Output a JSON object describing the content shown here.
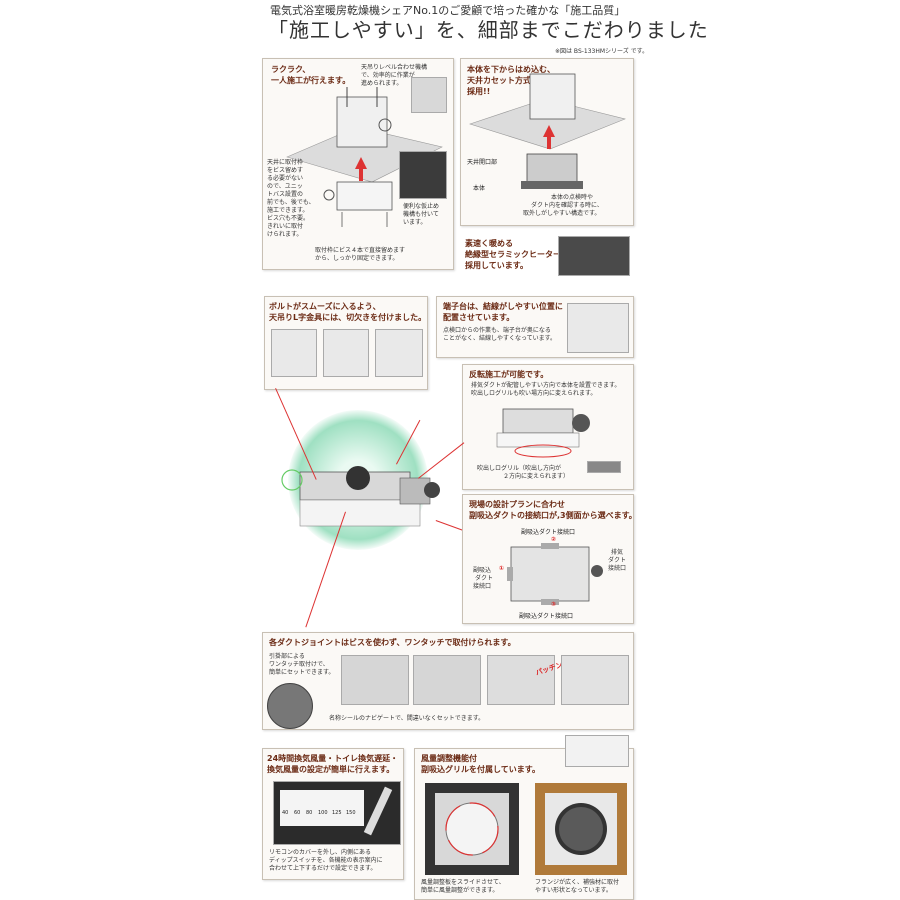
{
  "header": {
    "subtitle": "電気式浴室暖房乾燥機シェアNo.1のご愛顧で培った確かな「施工品質」",
    "title": "「施工しやすい」を、細部までこだわりました",
    "note": "※図は BS-133HMシリーズ です。"
  },
  "panel1": {
    "title_lines": [
      "ラクラク、",
      "一人施工が行えます。"
    ],
    "top_note": [
      "天吊りレベル合わせ機構",
      "で、効率的に作業が",
      "進められます。"
    ],
    "left_note": [
      "天井に取付枠",
      "をビス留めす",
      "る必要がない",
      "ので、ユニッ",
      "トバス設置の",
      "前でも、後でも、",
      "施工できます。",
      "ビス穴も不要。",
      "きれいに取付",
      "けられます。"
    ],
    "right_note": [
      "便利な仮止め",
      "機構も付いて",
      "います。"
    ],
    "bottom_note": [
      "取付枠にビス４本で直接留めます",
      "から、しっかり固定できます。"
    ]
  },
  "panel2": {
    "title_lines": [
      "本体を下からはめ込む、",
      "天井カセット方式を",
      "採用!!"
    ],
    "label_ceiling": "天井開口部",
    "label_body": "本体",
    "note": [
      "本体の点検時や",
      "ダクト内を確認する時に、",
      "取外しがしやすい構造です。"
    ]
  },
  "heater": {
    "title_lines": [
      "素速く暖める",
      "絶縁型セラミックヒーターを",
      "採用しています。"
    ]
  },
  "bolt": {
    "title_lines": [
      "ボルトがスムーズに入るよう、",
      "天吊りL字金具には、切欠きを付けました。"
    ]
  },
  "terminal": {
    "title_lines": [
      "端子台は、結線がしやすい位置に",
      "配置させています。"
    ],
    "note": [
      "点検口からの作業も、端子台が奥になる",
      "ことがなく、結線しやすくなっています。"
    ]
  },
  "reverse": {
    "title": "反転施工が可能です。",
    "note": [
      "排気ダクトが配管しやすい方向で本体を設置できます。",
      "吹出しログリルも吹い場方向に変えられます。"
    ],
    "grille_note": [
      "吹出しログリル（吹出し方向が",
      "２方向に変えられます）"
    ]
  },
  "duct": {
    "title_lines": [
      "現場の設計プランに合わせ",
      "副吸込ダクトの接続口が,3側面から選べます。"
    ],
    "label_top": "副吸込ダクト接続口",
    "label_right": [
      "排気",
      "ダクト",
      "接続口"
    ],
    "label_left": [
      "副吸込",
      "ダクト",
      "接続口"
    ],
    "label_bottom": "副吸込ダクト接続口",
    "num1": "①",
    "num2": "②",
    "num3": "③"
  },
  "joint": {
    "title": "各ダクトジョイントはビスを使わず、ワンタッチで取付けられます。",
    "note": [
      "引掛部による",
      "ワンタッチ取付けで、",
      "簡単にセットできます。"
    ],
    "patch": "パッチン!!",
    "bottom_note": "名称シールのナビゲートで、間違いなくセットできます。"
  },
  "switch": {
    "title_lines": [
      "24時間換気風量・トイレ換気遅延・",
      "換気風量の設定が簡単に行えます。"
    ],
    "note": [
      "リモコンのカバーを外し、内側にある",
      "ディップスイッチを、各機能の表示案内に",
      "合わせて上下するだけで設定できます。"
    ],
    "scale": [
      "40",
      "60",
      "80",
      "100",
      "125",
      "150"
    ]
  },
  "grill": {
    "title_lines": [
      "風量調整機能付",
      "副吸込グリルを付属しています。"
    ],
    "note_left": [
      "風量調整板をスライドさせて、",
      "簡単に風量調整ができます。"
    ],
    "note_right": [
      "フランジが広く、補強材に取付",
      "やすい形状となっています。"
    ]
  },
  "colors": {
    "title": "#6b2a14",
    "accent": "#d33333",
    "panel_border": "#c8c0b4",
    "glow": "#5fc79a"
  }
}
